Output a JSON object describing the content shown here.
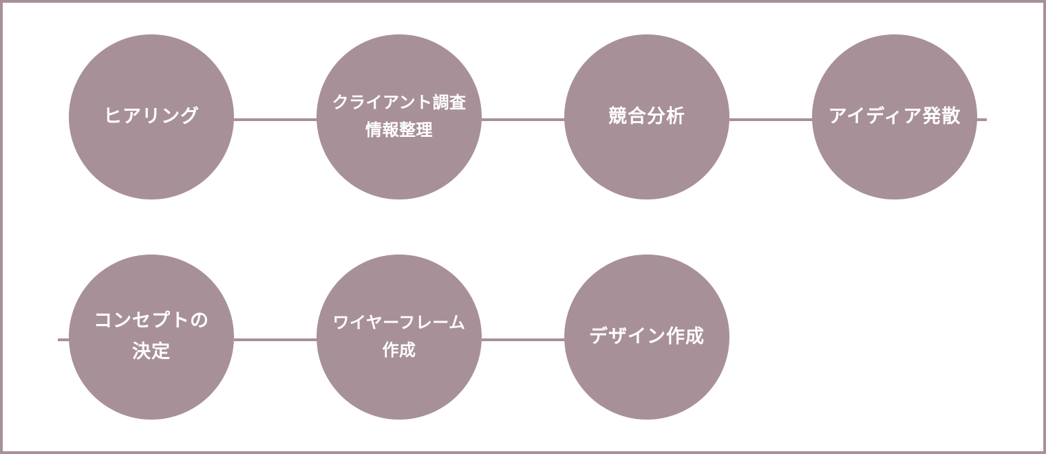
{
  "colors": {
    "circle": "#a89098",
    "line": "#a89098",
    "border": "#a89098",
    "text": "#ffffff",
    "background": "#ffffff"
  },
  "steps": [
    {
      "label": "ヒアリング"
    },
    {
      "label": "クライアント調査\n情報整理"
    },
    {
      "label": "競合分析"
    },
    {
      "label": "アイディア発散"
    },
    {
      "label": "コンセプトの\n決定"
    },
    {
      "label": "ワイヤーフレーム\n作成"
    },
    {
      "label": "デザイン作成"
    }
  ]
}
